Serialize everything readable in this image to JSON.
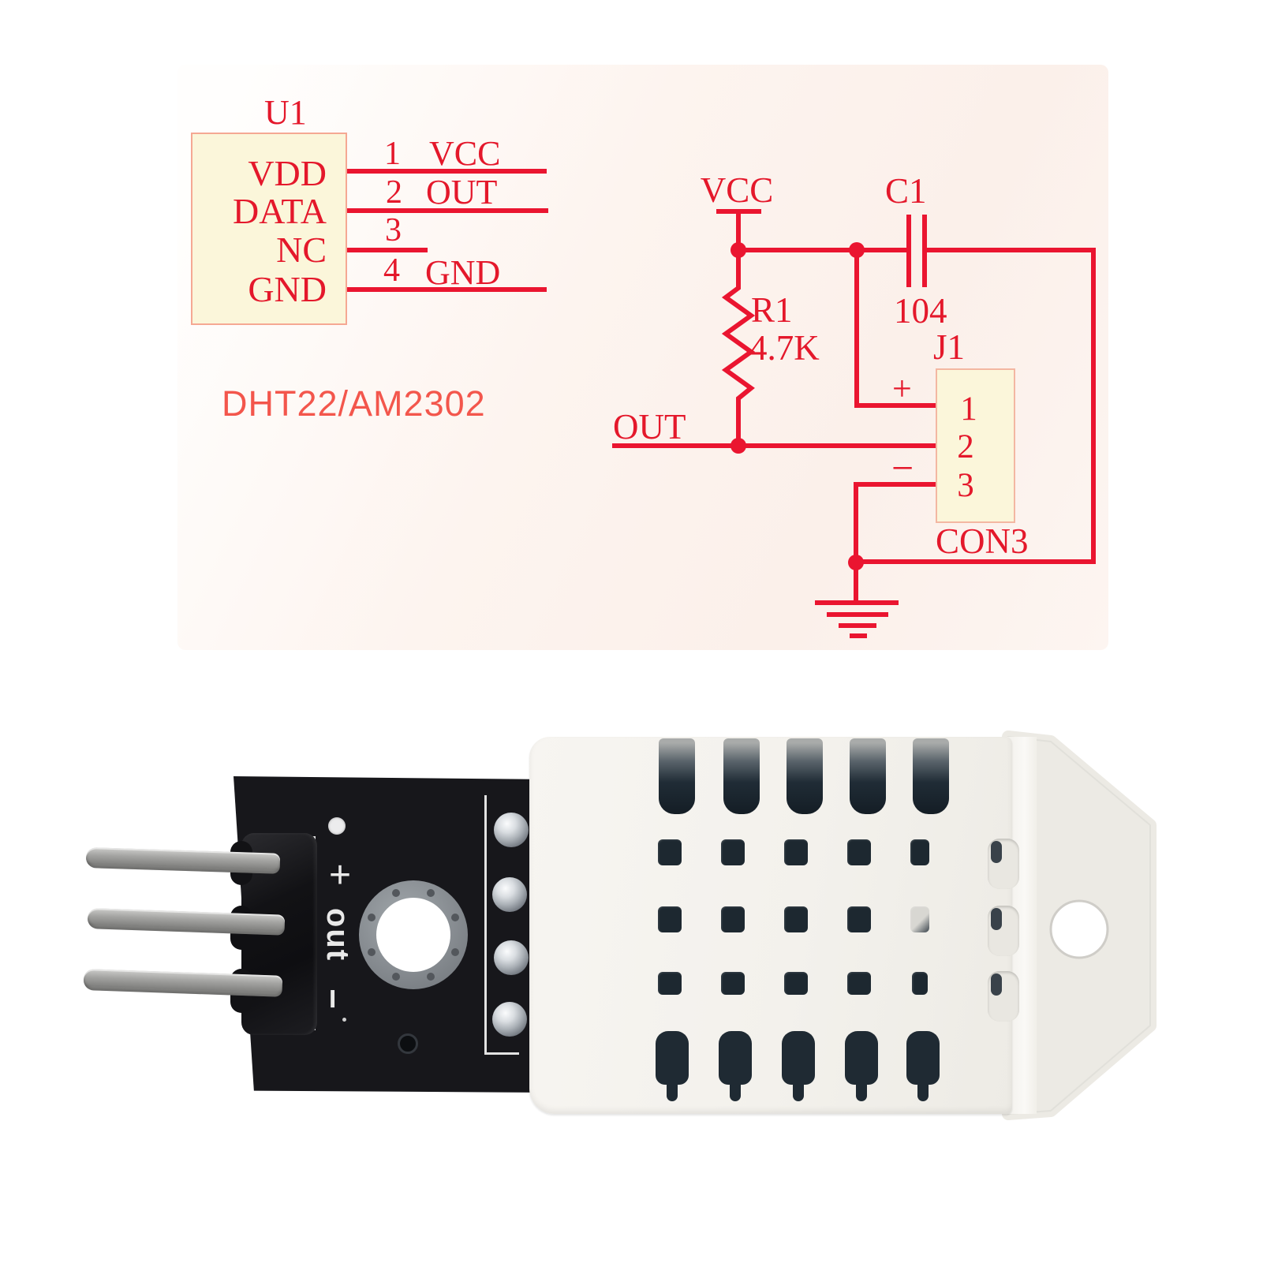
{
  "schematic": {
    "u1": {
      "ref": "U1",
      "part_name": "DHT22/AM2302",
      "pin_names": [
        "VDD",
        "DATA",
        "NC",
        "GND"
      ],
      "pin_numbers": [
        "1",
        "2",
        "3",
        "4"
      ],
      "net_labels": [
        "VCC",
        "OUT",
        "",
        "GND"
      ]
    },
    "power_net": "VCC",
    "out_net": "OUT",
    "r1": {
      "ref": "R1",
      "value": "4.7K"
    },
    "c1": {
      "ref": "C1",
      "value": "104"
    },
    "j1": {
      "ref": "J1",
      "name": "CON3",
      "plus": "+",
      "minus": "−",
      "pin_numbers": [
        "1",
        "2",
        "3"
      ]
    }
  },
  "board_silkscreen": {
    "plus": "+",
    "out": "out",
    "minus": "−"
  },
  "colors": {
    "schematic_red": "#e4182b",
    "component_fill": "#fbf6da",
    "part_name_salmon": "#f3564c",
    "pcb_black": "#17171b",
    "silkscreen_white": "#e9e9e9",
    "case_white": "#f3f1ec"
  }
}
